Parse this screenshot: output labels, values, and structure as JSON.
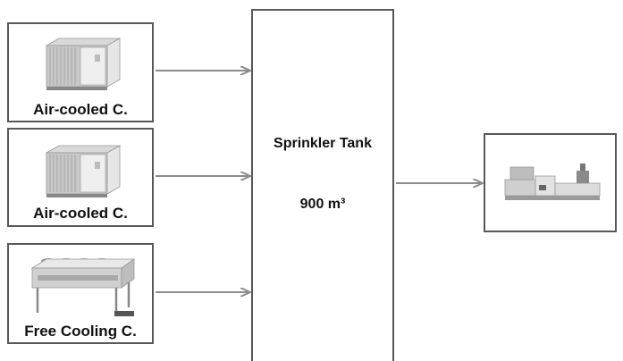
{
  "sources": [
    {
      "label": "Air-cooled C.",
      "icon": "air-cooled-chiller-icon"
    },
    {
      "label": "Air-cooled C.",
      "icon": "air-cooled-chiller-icon"
    },
    {
      "label": "Free Cooling C.",
      "icon": "free-cooling-cooler-icon"
    }
  ],
  "tank": {
    "name": "Sprinkler Tank",
    "volume": "900 m³"
  },
  "consumer": {
    "icon": "injection-molding-machine-icon"
  },
  "colors": {
    "border": "#595959",
    "arrow": "#8c8c8c"
  }
}
